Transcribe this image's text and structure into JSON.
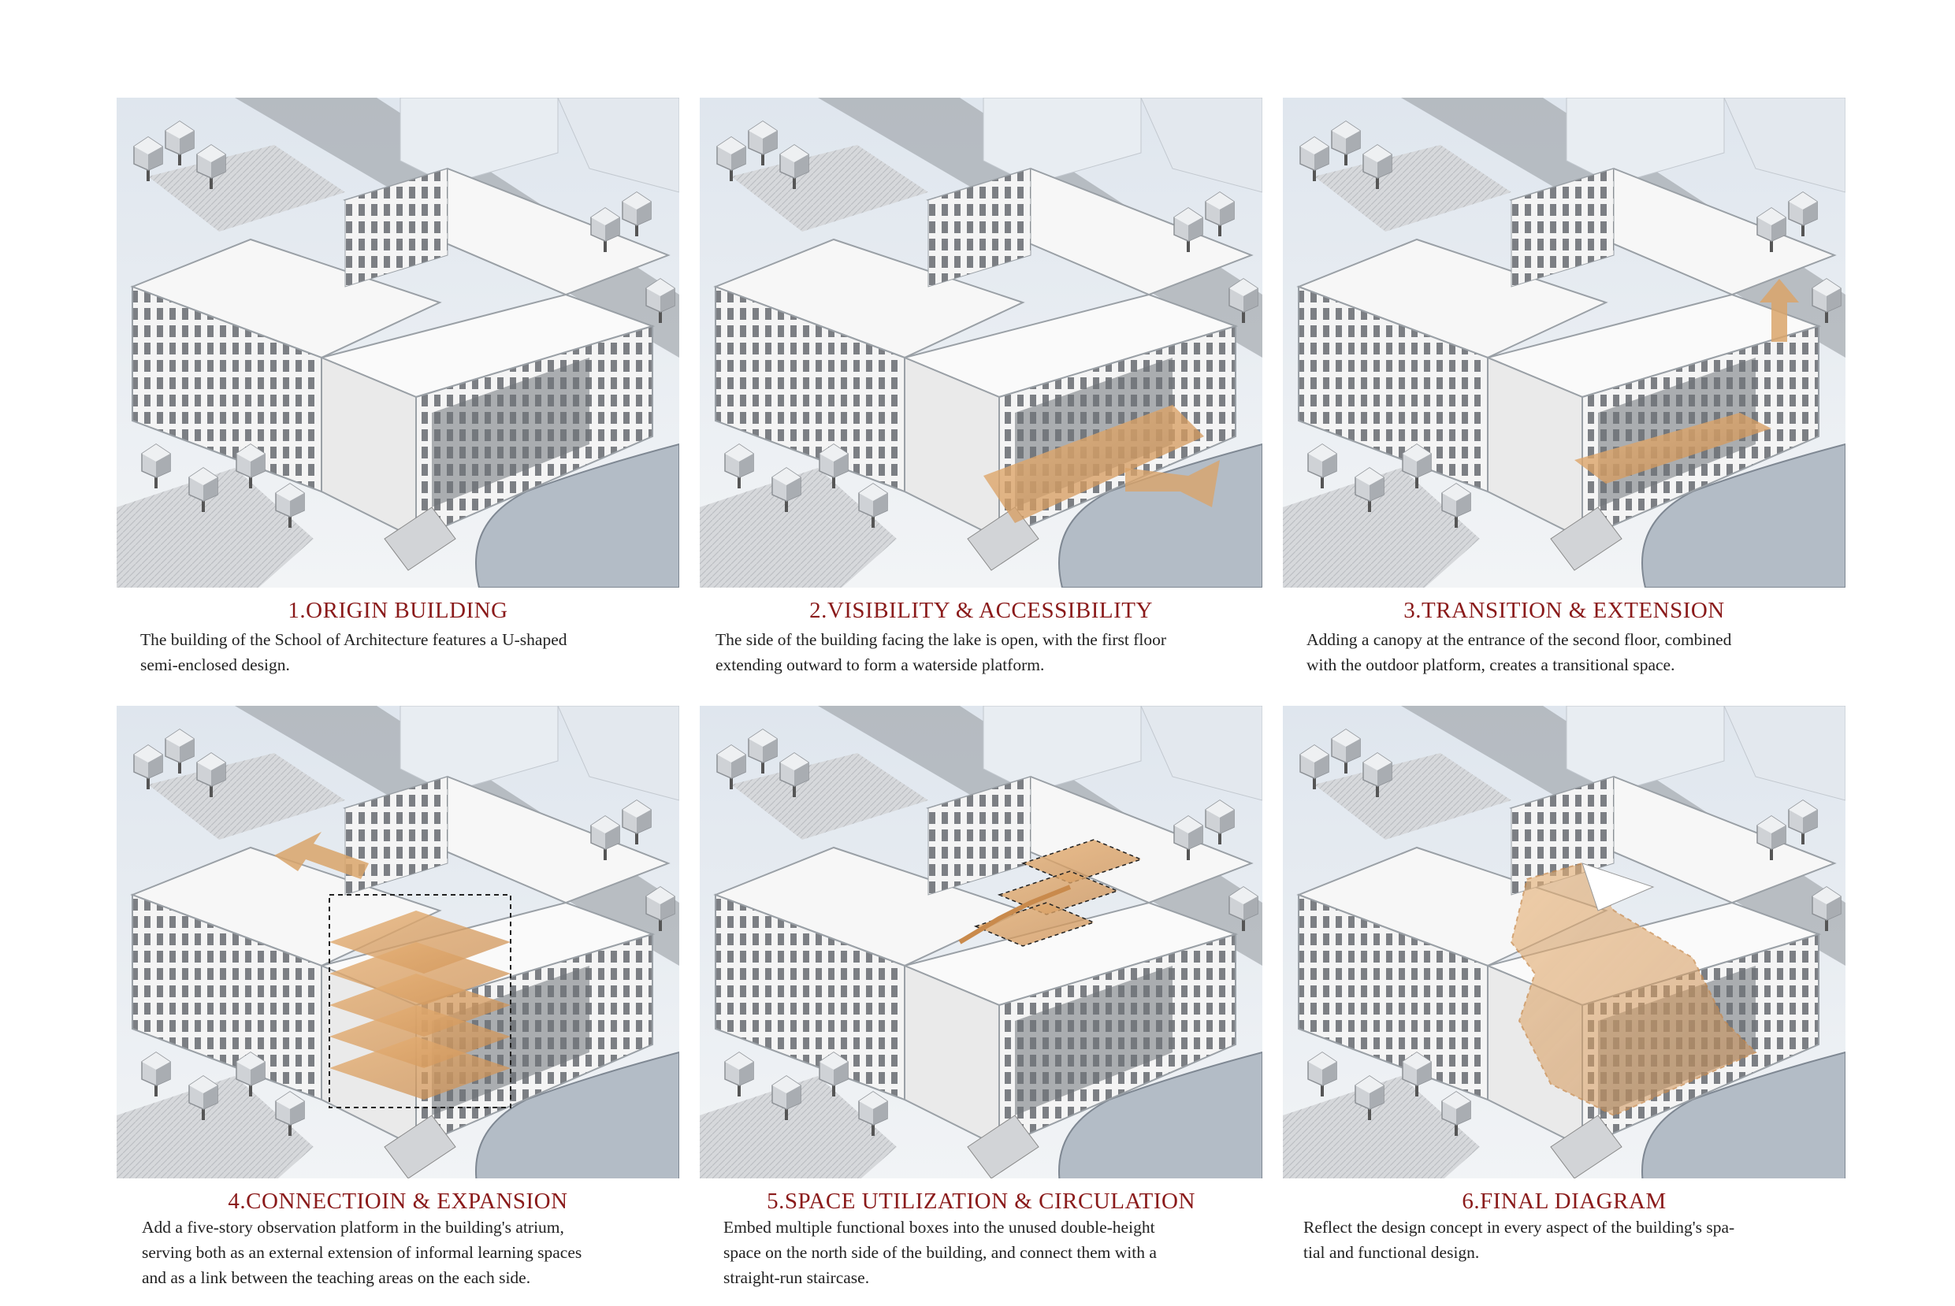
{
  "panels": [
    {
      "title": "1.ORIGIN BUILDING",
      "lines": [
        "The building of the School of Architecture features a U-shaped",
        "semi-enclosed design."
      ]
    },
    {
      "title": "2.VISIBILITY & ACCESSIBILITY",
      "lines": [
        "The side of the building facing the lake is open, with the first floor",
        "extending outward to form a waterside platform."
      ]
    },
    {
      "title": "3.TRANSITION & EXTENSION",
      "lines": [
        "Adding a canopy at the entrance of the second floor, combined",
        "with the outdoor platform, creates a transitional space."
      ]
    },
    {
      "title": "4.CONNECTIOIN & EXPANSION",
      "lines": [
        "Add a five-story observation platform in the building's atrium,",
        "serving both as an external extension of informal learning spaces",
        "and as a link between the teaching areas on the each side."
      ]
    },
    {
      "title": "5.SPACE UTILIZATION & CIRCULATION",
      "lines": [
        "Embed multiple functional boxes into the unused double-height",
        "space on the north side of the building, and connect them with a",
        "straight-run staircase."
      ]
    },
    {
      "title": "6.FINAL DIAGRAM",
      "lines": [
        "Reflect the design concept in every aspect of the building's spa-",
        "tial and functional design."
      ]
    }
  ],
  "colors": {
    "title": "#8a1a1a",
    "accent": "#d9a46a",
    "water": "#b3bcc6",
    "ground": "#eceef1"
  }
}
